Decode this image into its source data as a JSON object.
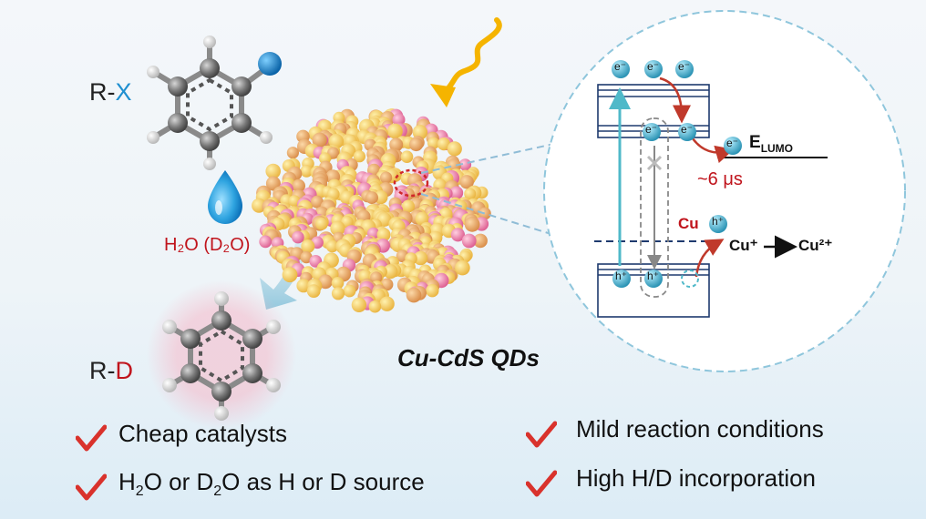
{
  "labels": {
    "rx_prefix": "R-",
    "rx_suffix": "X",
    "rd_prefix": "R-",
    "rd_suffix": "D",
    "water": "H₂O (D₂O)",
    "qd_title": "Cu-CdS QDs"
  },
  "energy_diagram": {
    "electron": "e⁻",
    "hole": "h⁺",
    "e_lumo_main": "E",
    "e_lumo_sub": "LUMO",
    "lifetime": "~6 μs",
    "cu": "Cu",
    "cu_plus": "Cu⁺",
    "cu_2plus": "Cu²⁺"
  },
  "features": {
    "left": [
      {
        "text": "Cheap catalysts"
      },
      {
        "pre": "H",
        "sub1": "2",
        "mid": "O or D",
        "sub2": "2",
        "post": "O as H or D source"
      }
    ],
    "right": [
      {
        "text": "Mild reaction conditions"
      },
      {
        "text": "High H/D incorporation"
      }
    ]
  },
  "colors": {
    "check": "#d9322c",
    "accent_blue": "#1f8fd0",
    "accent_red": "#c0141c",
    "electron_fill": "#3aa9c6",
    "band_line": "#1e3a6e",
    "light_arrow": "#f5b400"
  }
}
